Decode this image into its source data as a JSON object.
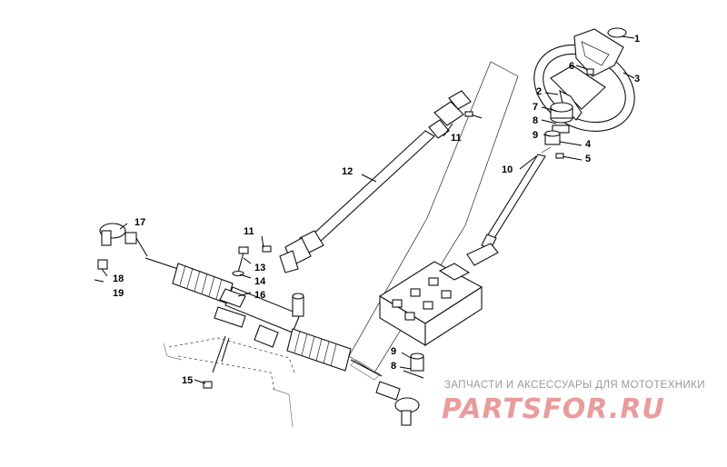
{
  "callouts": {
    "c1": "1",
    "c2": "2",
    "c3": "3",
    "c4": "4",
    "c5": "5",
    "c6": "6",
    "c7": "7",
    "c8a": "8",
    "c8b": "8",
    "c9a": "9",
    "c9b": "9",
    "c10": "10",
    "c11a": "11",
    "c11b": "11",
    "c12": "12",
    "c13": "13",
    "c14": "14",
    "c15": "15",
    "c16": "16",
    "c17": "17",
    "c18": "18",
    "c19": "19"
  },
  "watermark": {
    "caption": "ЗАПЧАСТИ И АКСЕССУАРЫ ДЛЯ МОТОТЕХНИКИ",
    "logo": "PARTSFOR.RU"
  }
}
